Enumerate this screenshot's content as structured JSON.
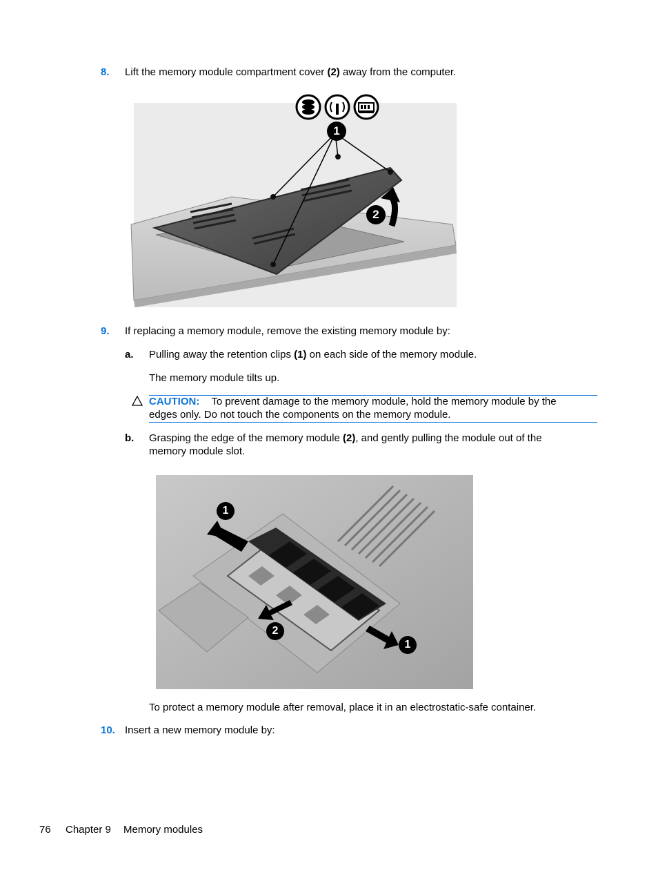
{
  "steps": {
    "step8": {
      "number": "8.",
      "text_before": "Lift the memory module compartment cover ",
      "bold": "(2)",
      "text_after": " away from the computer."
    },
    "step9": {
      "number": "9.",
      "text": "If replacing a memory module, remove the existing memory module by:",
      "a": {
        "label": "a.",
        "text_before": "Pulling away the retention clips ",
        "bold": "(1)",
        "text_after": " on each side of the memory module.",
        "note": "The memory module tilts up."
      },
      "caution": {
        "label": "CAUTION:",
        "line1": "To prevent damage to the memory module, hold the memory module by the",
        "line2": "edges only. Do not touch the components on the memory module."
      },
      "b": {
        "label": "b.",
        "text_before": "Grasping the edge of the memory module ",
        "bold": "(2)",
        "text_after": ", and gently pulling the module out of the",
        "line2": "memory module slot."
      },
      "after_figure": "To protect a memory module after removal, place it in an electrostatic-safe container."
    },
    "step10": {
      "number": "10.",
      "text": "Insert a new memory module by:"
    }
  },
  "figure1": {
    "callout1": "1",
    "callout2": "2",
    "icons": [
      "hard-drive-icon",
      "wireless-icon",
      "memory-icon"
    ]
  },
  "figure2": {
    "callout1": "1",
    "callout2": "2"
  },
  "footer": {
    "page_number": "76",
    "chapter": "Chapter 9",
    "title": "Memory modules"
  },
  "colors": {
    "accent": "#0a74d9"
  }
}
